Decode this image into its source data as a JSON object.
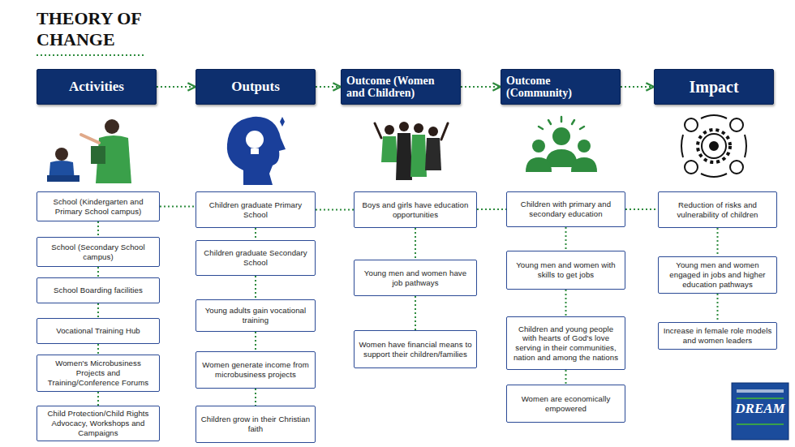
{
  "diagram": {
    "title": "THEORY OF CHANGE",
    "nodes": [
      {
        "text": [
          "Activities"
        ]
      },
      {
        "text": [
          "Outputs"
        ]
      },
      {
        "text": [
          "Outcome (Women and Children)"
        ]
      },
      {
        "text": [
          "Outcome (Community)"
        ]
      },
      {
        "text": [
          "Impact"
        ]
      },
      {
        "text": [
          "School (Kindergarten and Primary School campus)"
        ]
      },
      {
        "text": [
          "School (Secondary School campus)"
        ]
      },
      {
        "text": [
          "School Boarding facilities"
        ]
      },
      {
        "text": [
          "Vocational Training Hub"
        ]
      },
      {
        "text": [
          "Women's Microbusiness Projects and Training/Conference Forums"
        ]
      },
      {
        "text": [
          "Child Protection/Child Rights Advocacy, Workshops and Campaigns"
        ]
      },
      {
        "text": [
          "Children graduate Primary School"
        ]
      },
      {
        "text": [
          "Children graduate Secondary School"
        ]
      },
      {
        "text": [
          "Young adults gain vocational training"
        ]
      },
      {
        "text": [
          "Women generate income from microbusiness projects"
        ]
      },
      {
        "text": [
          "Children grow in their Christian faith"
        ]
      },
      {
        "text": [
          "Boys and girls have education opportunities"
        ]
      },
      {
        "text": [
          "Young men and women have job pathways"
        ]
      },
      {
        "text": [
          "Women have financial means to support their children/families"
        ]
      },
      {
        "text": [
          "Children with primary and secondary education"
        ]
      },
      {
        "text": [
          "Young men and women with skills to get jobs"
        ]
      },
      {
        "text": [
          "Children and young people with hearts of God's love serving in their communities, nation and among the nations"
        ]
      },
      {
        "text": [
          "Women are economically empowered"
        ]
      },
      {
        "text": [
          "Reduction of risks and vulnerability of children"
        ]
      },
      {
        "text": [
          "Young men and women engaged in jobs and higher education pathways"
        ]
      },
      {
        "text": [
          "Increase in female role models and women leaders"
        ]
      }
    ],
    "edges": [
      {
        "from": 0,
        "to": 1,
        "arrow": "to"
      },
      {
        "from": 1,
        "to": 2,
        "arrow": "to"
      },
      {
        "from": 2,
        "to": 3,
        "arrow": "to"
      },
      {
        "from": 3,
        "to": 4,
        "arrow": "to"
      },
      {
        "from": 5,
        "to": 6,
        "arrow": "none"
      },
      {
        "from": 6,
        "to": 7,
        "arrow": "none"
      },
      {
        "from": 7,
        "to": 8,
        "arrow": "none"
      },
      {
        "from": 8,
        "to": 9,
        "arrow": "none"
      },
      {
        "from": 9,
        "to": 10,
        "arrow": "none"
      },
      {
        "from": 11,
        "to": 12,
        "arrow": "none"
      },
      {
        "from": 12,
        "to": 13,
        "arrow": "none"
      },
      {
        "from": 13,
        "to": 14,
        "arrow": "none"
      },
      {
        "from": 14,
        "to": 15,
        "arrow": "none"
      },
      {
        "from": 16,
        "to": 17,
        "arrow": "none"
      },
      {
        "from": 17,
        "to": 18,
        "arrow": "none"
      },
      {
        "from": 19,
        "to": 20,
        "arrow": "none"
      },
      {
        "from": 20,
        "to": 21,
        "arrow": "none"
      },
      {
        "from": 21,
        "to": 22,
        "arrow": "none"
      },
      {
        "from": 23,
        "to": 24,
        "arrow": "none"
      },
      {
        "from": 24,
        "to": 25,
        "arrow": "none"
      },
      {
        "from": 5,
        "to": 11,
        "arrow": "none"
      },
      {
        "from": 11,
        "to": 16,
        "arrow": "none"
      },
      {
        "from": 16,
        "to": 19,
        "arrow": "none"
      },
      {
        "from": 19,
        "to": 23,
        "arrow": "none"
      }
    ],
    "labels": [
      "DREAM"
    ]
  }
}
